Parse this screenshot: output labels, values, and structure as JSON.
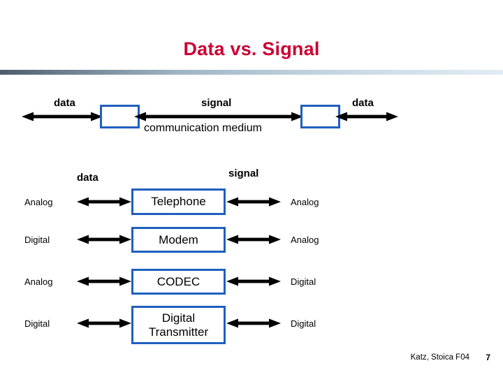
{
  "slide": {
    "title": "Data vs. Signal",
    "accent_color": "#cc0033",
    "box_border_color": "#1f5fbf",
    "arrow_color": "#000000"
  },
  "top_diagram": {
    "label_left": "data",
    "label_center": "signal",
    "label_right": "data",
    "label_medium": "communication medium"
  },
  "table": {
    "header_left": "data",
    "header_center": "signal",
    "rows": [
      {
        "left": "Analog",
        "center": "Telephone",
        "right": "Analog"
      },
      {
        "left": "Digital",
        "center": "Modem",
        "right": "Analog"
      },
      {
        "left": "Analog",
        "center": "CODEC",
        "right": "Digital"
      },
      {
        "left": "Digital",
        "center": "Digital\nTransmitter",
        "right": "Digital"
      }
    ]
  },
  "footer": {
    "credit": "Katz, Stoica F04",
    "page": "7"
  }
}
